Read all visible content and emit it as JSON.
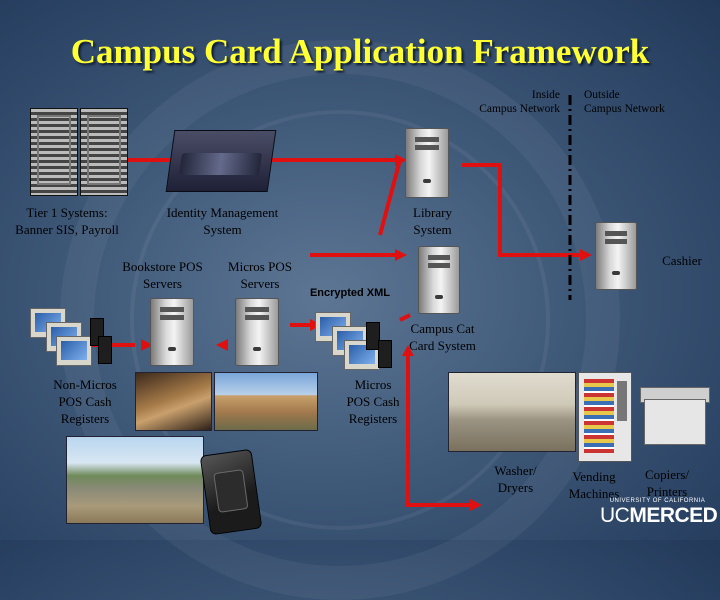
{
  "title": "Campus Card Application Framework",
  "network": {
    "inside_line1": "Inside",
    "inside_line2": "Campus Network",
    "outside_line1": "Outside",
    "outside_line2": "Campus Network"
  },
  "labels": {
    "tier1_line1": "Tier 1 Systems:",
    "tier1_line2": "Banner SIS, Payroll",
    "idm_line1": "Identity Management",
    "idm_line2": "System",
    "library_line1": "Library",
    "library_line2": "System",
    "cashier": "Cashier",
    "bookstore_line1": "Bookstore POS",
    "bookstore_line2": "Servers",
    "micros_servers_line1": "Micros POS",
    "micros_servers_line2": "Servers",
    "encrypted_xml": "Encrypted XML",
    "campus_card_line1": "Campus Cat",
    "campus_card_line2": "Card System",
    "non_micros_line1": "Non-Micros",
    "non_micros_line2": "POS Cash",
    "non_micros_line3": "Registers",
    "micros_reg_line1": "Micros",
    "micros_reg_line2": "POS Cash",
    "micros_reg_line3": "Registers",
    "washer_line1": "Washer/",
    "washer_line2": "Dryers",
    "vending_line1": "Vending",
    "vending_line2": "Machines",
    "copiers_line1": "Copiers/",
    "copiers_line2": "Printers"
  },
  "logo": {
    "university": "UNIVERSITY OF CALIFORNIA",
    "uc": "UC",
    "merced": "MERCED"
  },
  "colors": {
    "title": "#ffff33",
    "connector": "#e01010",
    "background": "#3e5878"
  }
}
